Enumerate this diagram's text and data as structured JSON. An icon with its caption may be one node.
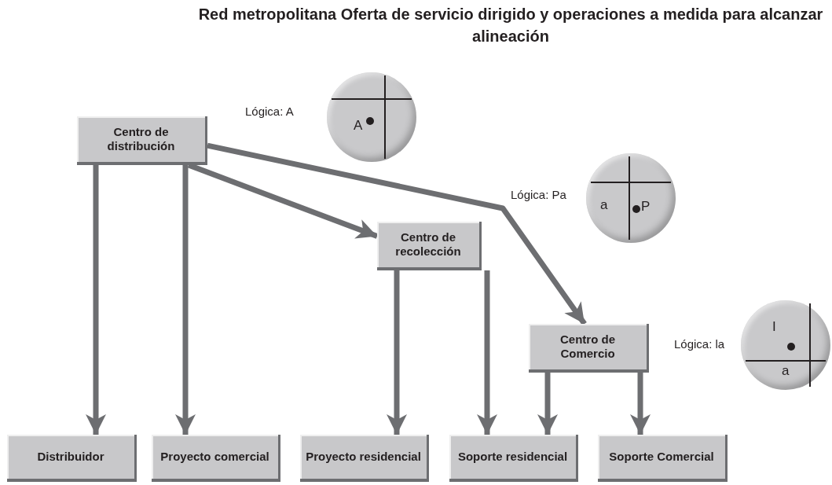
{
  "diagram": {
    "title": "Red metropolitana Oferta de servicio dirigido y operaciones a medida para alcanzar alineación",
    "nodes": [
      {
        "text": [
          "Centro de distribución"
        ]
      },
      {
        "text": [
          "A"
        ],
        "beside": [
          "Lógica: A"
        ]
      },
      {
        "text": [
          "a",
          "P"
        ],
        "beside": [
          "Lógica: Pa"
        ]
      },
      {
        "text": [
          "Centro de recolección"
        ]
      },
      {
        "text": [
          "I",
          "a"
        ],
        "beside": [
          "Lógica: la"
        ]
      },
      {
        "text": [
          "Centro de Comercio"
        ]
      },
      {
        "text": [
          "Distribuidor"
        ]
      },
      {
        "text": [
          "Proyecto comercial"
        ]
      },
      {
        "text": [
          "Proyecto residencial"
        ]
      },
      {
        "text": [
          "Soporte residencial"
        ]
      },
      {
        "text": [
          "Soporte Comercial"
        ]
      }
    ],
    "edges": [
      {
        "from": 0,
        "to": 3,
        "arrow": "to"
      },
      {
        "from": 0,
        "to": 5,
        "arrow": "to"
      },
      {
        "from": 0,
        "to": 6,
        "arrow": "to"
      },
      {
        "from": 0,
        "to": 7,
        "arrow": "to"
      },
      {
        "from": 3,
        "to": 8,
        "arrow": "to"
      },
      {
        "from": 3,
        "to": 9,
        "arrow": "to"
      },
      {
        "from": 5,
        "to": 9,
        "arrow": "to"
      },
      {
        "from": 5,
        "to": 10,
        "arrow": "to"
      }
    ]
  }
}
